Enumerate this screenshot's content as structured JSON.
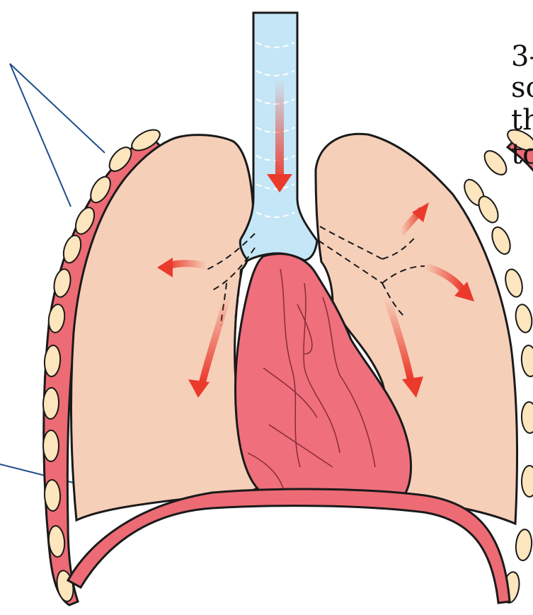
{
  "diagram": {
    "caption_lines": [
      "3-",
      "so",
      "th",
      "to"
    ]
  },
  "colors": {
    "trachea": "#c5e6f6",
    "lung": "#f6cfb9",
    "heart": "#ef6f7c",
    "rib_muscle": "#ec6b74",
    "rib": "#fde5bd",
    "diaphragm": "#ec6b74",
    "arrow": "#ea3a2c",
    "leader_line": "#1f4e8a",
    "outline": "#1a1a1a"
  },
  "icons": [
    "down-arrow-icon",
    "airflow-arrow-icon"
  ]
}
